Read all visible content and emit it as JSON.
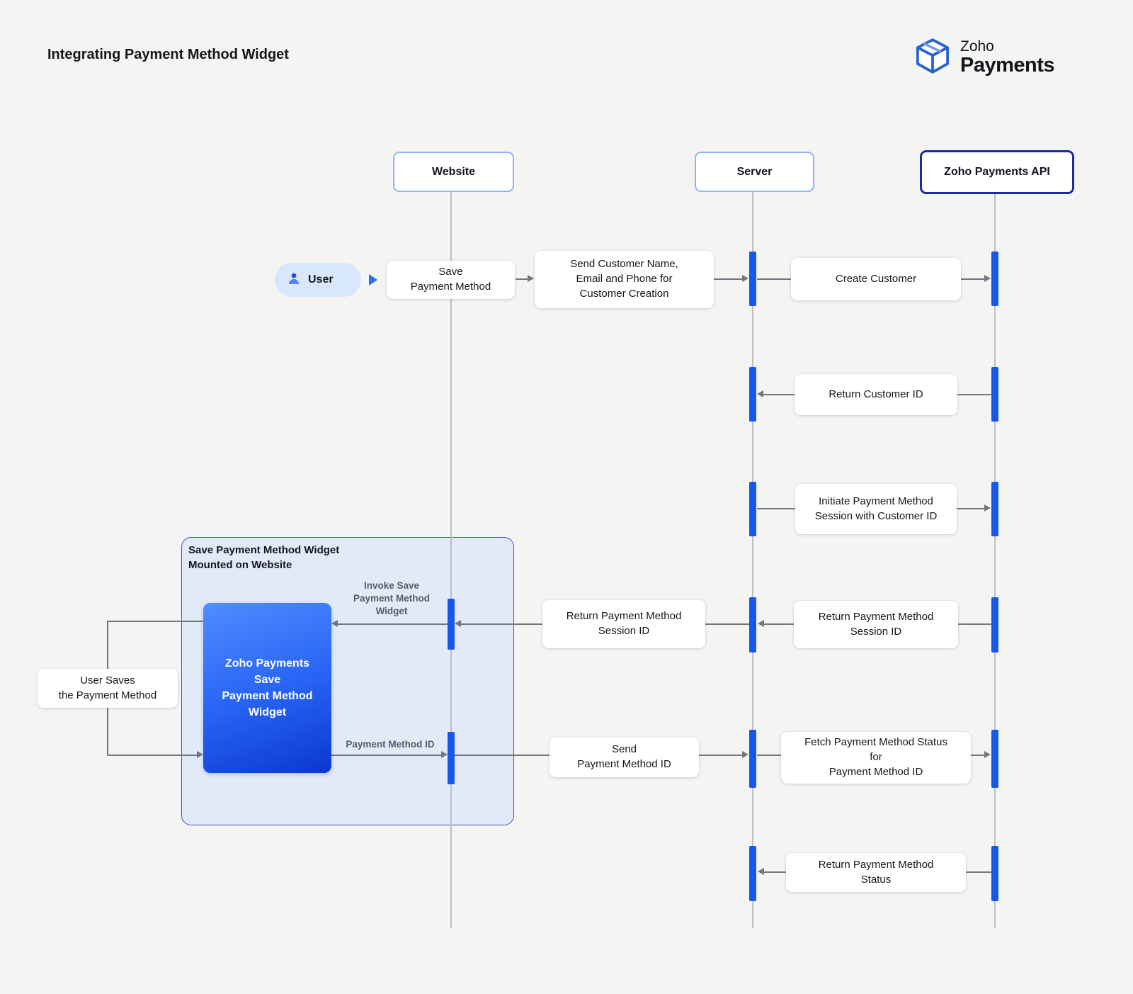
{
  "title": "Integrating Payment Method Widget",
  "logo": {
    "brand": "Zoho",
    "product": "Payments"
  },
  "lifelines": [
    {
      "label": "Website"
    },
    {
      "label": "Server"
    },
    {
      "label": "Zoho Payments API"
    }
  ],
  "actor": {
    "label": "User"
  },
  "container": {
    "label": "Save Payment Method Widget\nMounted on Website"
  },
  "widget": {
    "label": "Zoho Payments\nSave\nPayment Method\nWidget"
  },
  "messages": {
    "save_payment_method": "Save\nPayment Method",
    "send_customer_details": "Send Customer Name,\nEmail and Phone for\nCustomer Creation",
    "create_customer": "Create Customer",
    "return_customer_id": "Return Customer ID",
    "initiate_session": "Initiate Payment Method\nSession with Customer ID",
    "return_session_to_server": "Return Payment Method\nSession ID",
    "return_session_to_website": "Return Payment Method\nSession ID",
    "invoke_widget": "Invoke Save\nPayment Method\nWidget",
    "user_saves": "User Saves\nthe Payment Method",
    "payment_method_id": "Payment Method ID",
    "send_payment_method_id": "Send\nPayment Method ID",
    "fetch_status": "Fetch Payment Method Status\nfor\nPayment Method ID",
    "return_status": "Return Payment Method\nStatus"
  },
  "colors": {
    "background": "#f4f4f2",
    "activation_bar": "#1659e8",
    "lifeline_border_light": "#8fb3f3",
    "lifeline_border_dark": "#1b2a9e",
    "widget_gradient_start": "#4f8dff",
    "widget_gradient_end": "#0a38d0",
    "container_fill": "#e2eaf7",
    "container_border": "#3757c9",
    "arrow_gray": "#73767c",
    "actor_pill": "#d9e7fd",
    "accent_blue": "#2e6bf6"
  }
}
